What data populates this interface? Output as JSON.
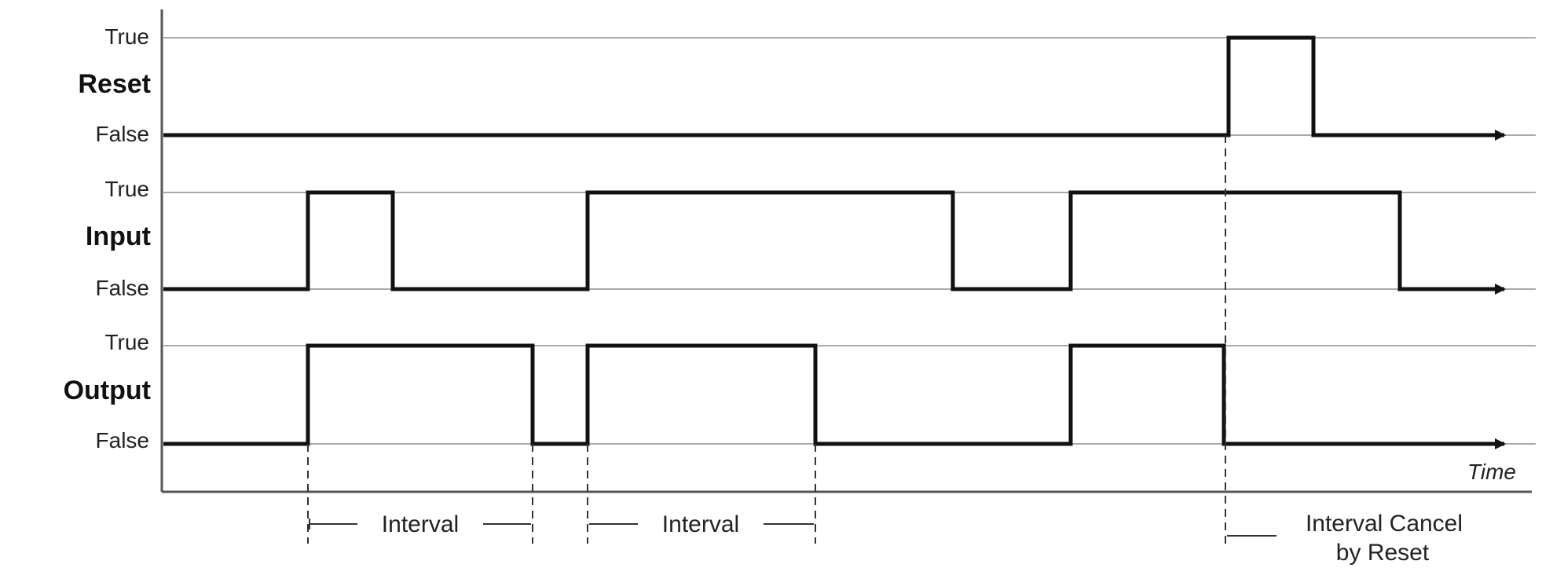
{
  "state_labels": {
    "true_label": "True",
    "false_label": "False"
  },
  "signals": [
    {
      "name": "Reset",
      "transitions": [
        0,
        1356,
        1464
      ],
      "start_level": 0
    },
    {
      "name": "Input",
      "transitions": [
        0,
        184,
        292,
        540,
        1005,
        1155,
        1574
      ],
      "start_level": 0
    },
    {
      "name": "Output",
      "transitions": [
        0,
        184,
        470,
        540,
        830,
        1155,
        1350
      ],
      "start_level": 0
    }
  ],
  "axis": {
    "time_label": "Time"
  },
  "annotations": [
    {
      "text": "Interval"
    },
    {
      "text": "Interval"
    },
    {
      "text_line1": "Interval Cancel",
      "text_line2": "by Reset"
    }
  ],
  "colors": {
    "wave": "#111111",
    "guide": "#aaaaaa",
    "dashed": "#333333"
  }
}
